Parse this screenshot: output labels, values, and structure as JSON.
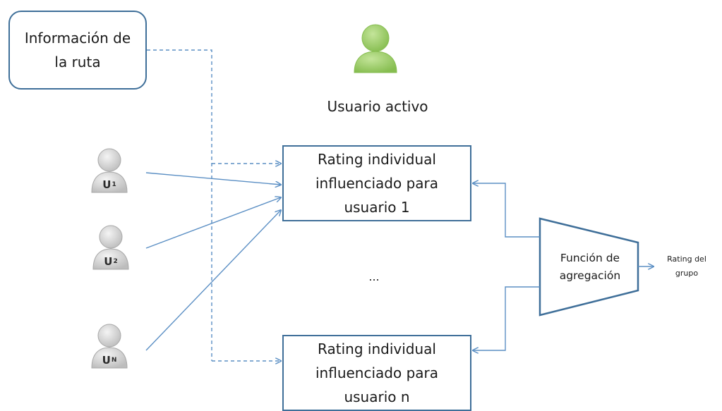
{
  "info_box": {
    "line1": "Información de",
    "line2": "la ruta"
  },
  "active_user": {
    "label": "Usuario activo"
  },
  "users": [
    {
      "letter": "U",
      "sub": "1"
    },
    {
      "letter": "U",
      "sub": "2"
    },
    {
      "letter": "U",
      "sub": "N"
    }
  ],
  "rating_box_1": {
    "line1": "Rating individual",
    "line2": "influenciado para",
    "line3": "usuario 1"
  },
  "rating_box_n": {
    "line1": "Rating individual",
    "line2": "influenciado para",
    "line3": "usuario n"
  },
  "ellipsis": "...",
  "aggregation": {
    "line1": "Función de",
    "line2": "agregación"
  },
  "output": {
    "line1": "Rating del",
    "line2": "grupo"
  },
  "colors": {
    "box_border": "#3f6f99",
    "arrow": "#5b8fc4",
    "active_user_green": "#9ccd6b",
    "user_grey": "#c8c8c8"
  }
}
